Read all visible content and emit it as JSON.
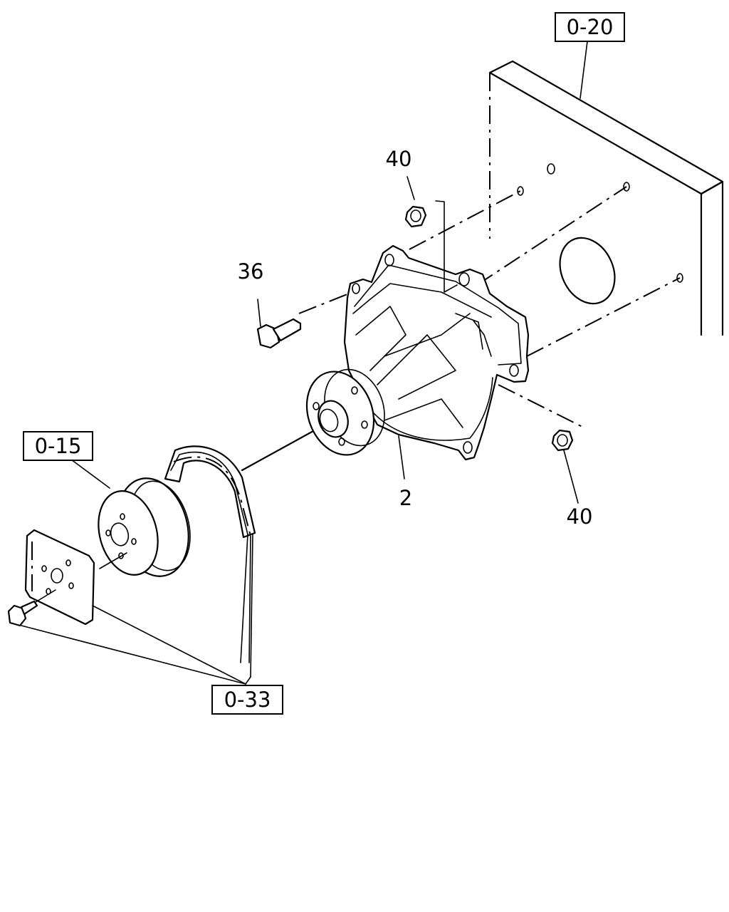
{
  "callouts": {
    "ref_engine_block": "0-20",
    "ref_fan_pulley": "0-15",
    "ref_fan_belt": "0-33",
    "part_nut_upper": "40",
    "part_bolt": "36",
    "part_water_pump": "2",
    "part_nut_lower": "40"
  },
  "colors": {
    "line": "#000000",
    "background": "#ffffff"
  }
}
